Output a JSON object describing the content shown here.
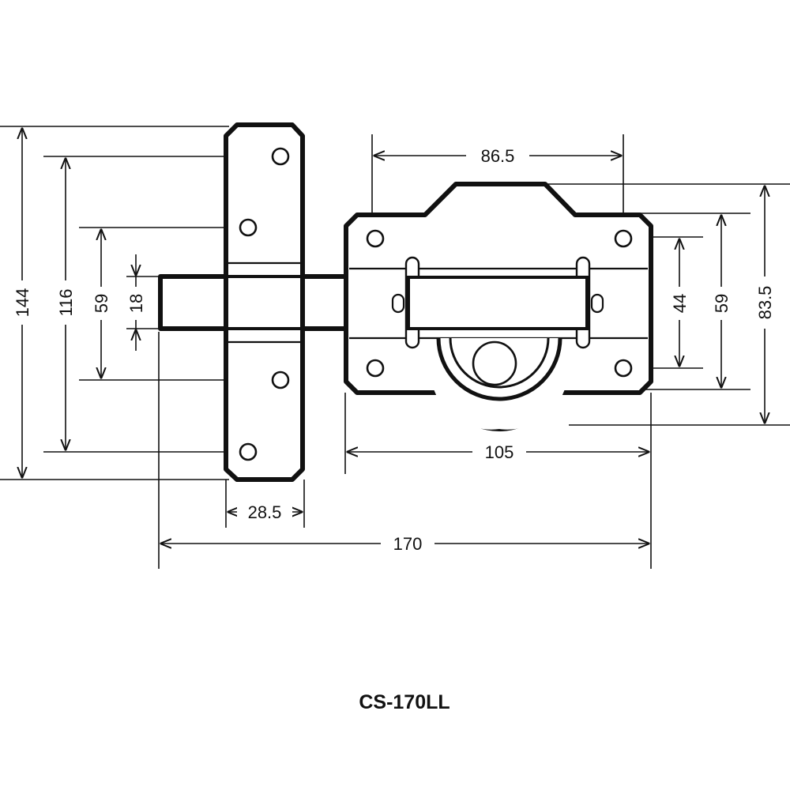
{
  "drawing": {
    "model": "CS-170LL",
    "dimensions": {
      "plate_height": "144",
      "plate_hole_span_outer": "116",
      "plate_hole_span_inner": "59",
      "bolt_height": "18",
      "plate_width": "28.5",
      "overall_length": "170",
      "body_length": "105",
      "body_hole_span": "86.5",
      "body_height": "83.5",
      "body_span_59": "59",
      "body_hole_span_vertical": "44"
    }
  }
}
